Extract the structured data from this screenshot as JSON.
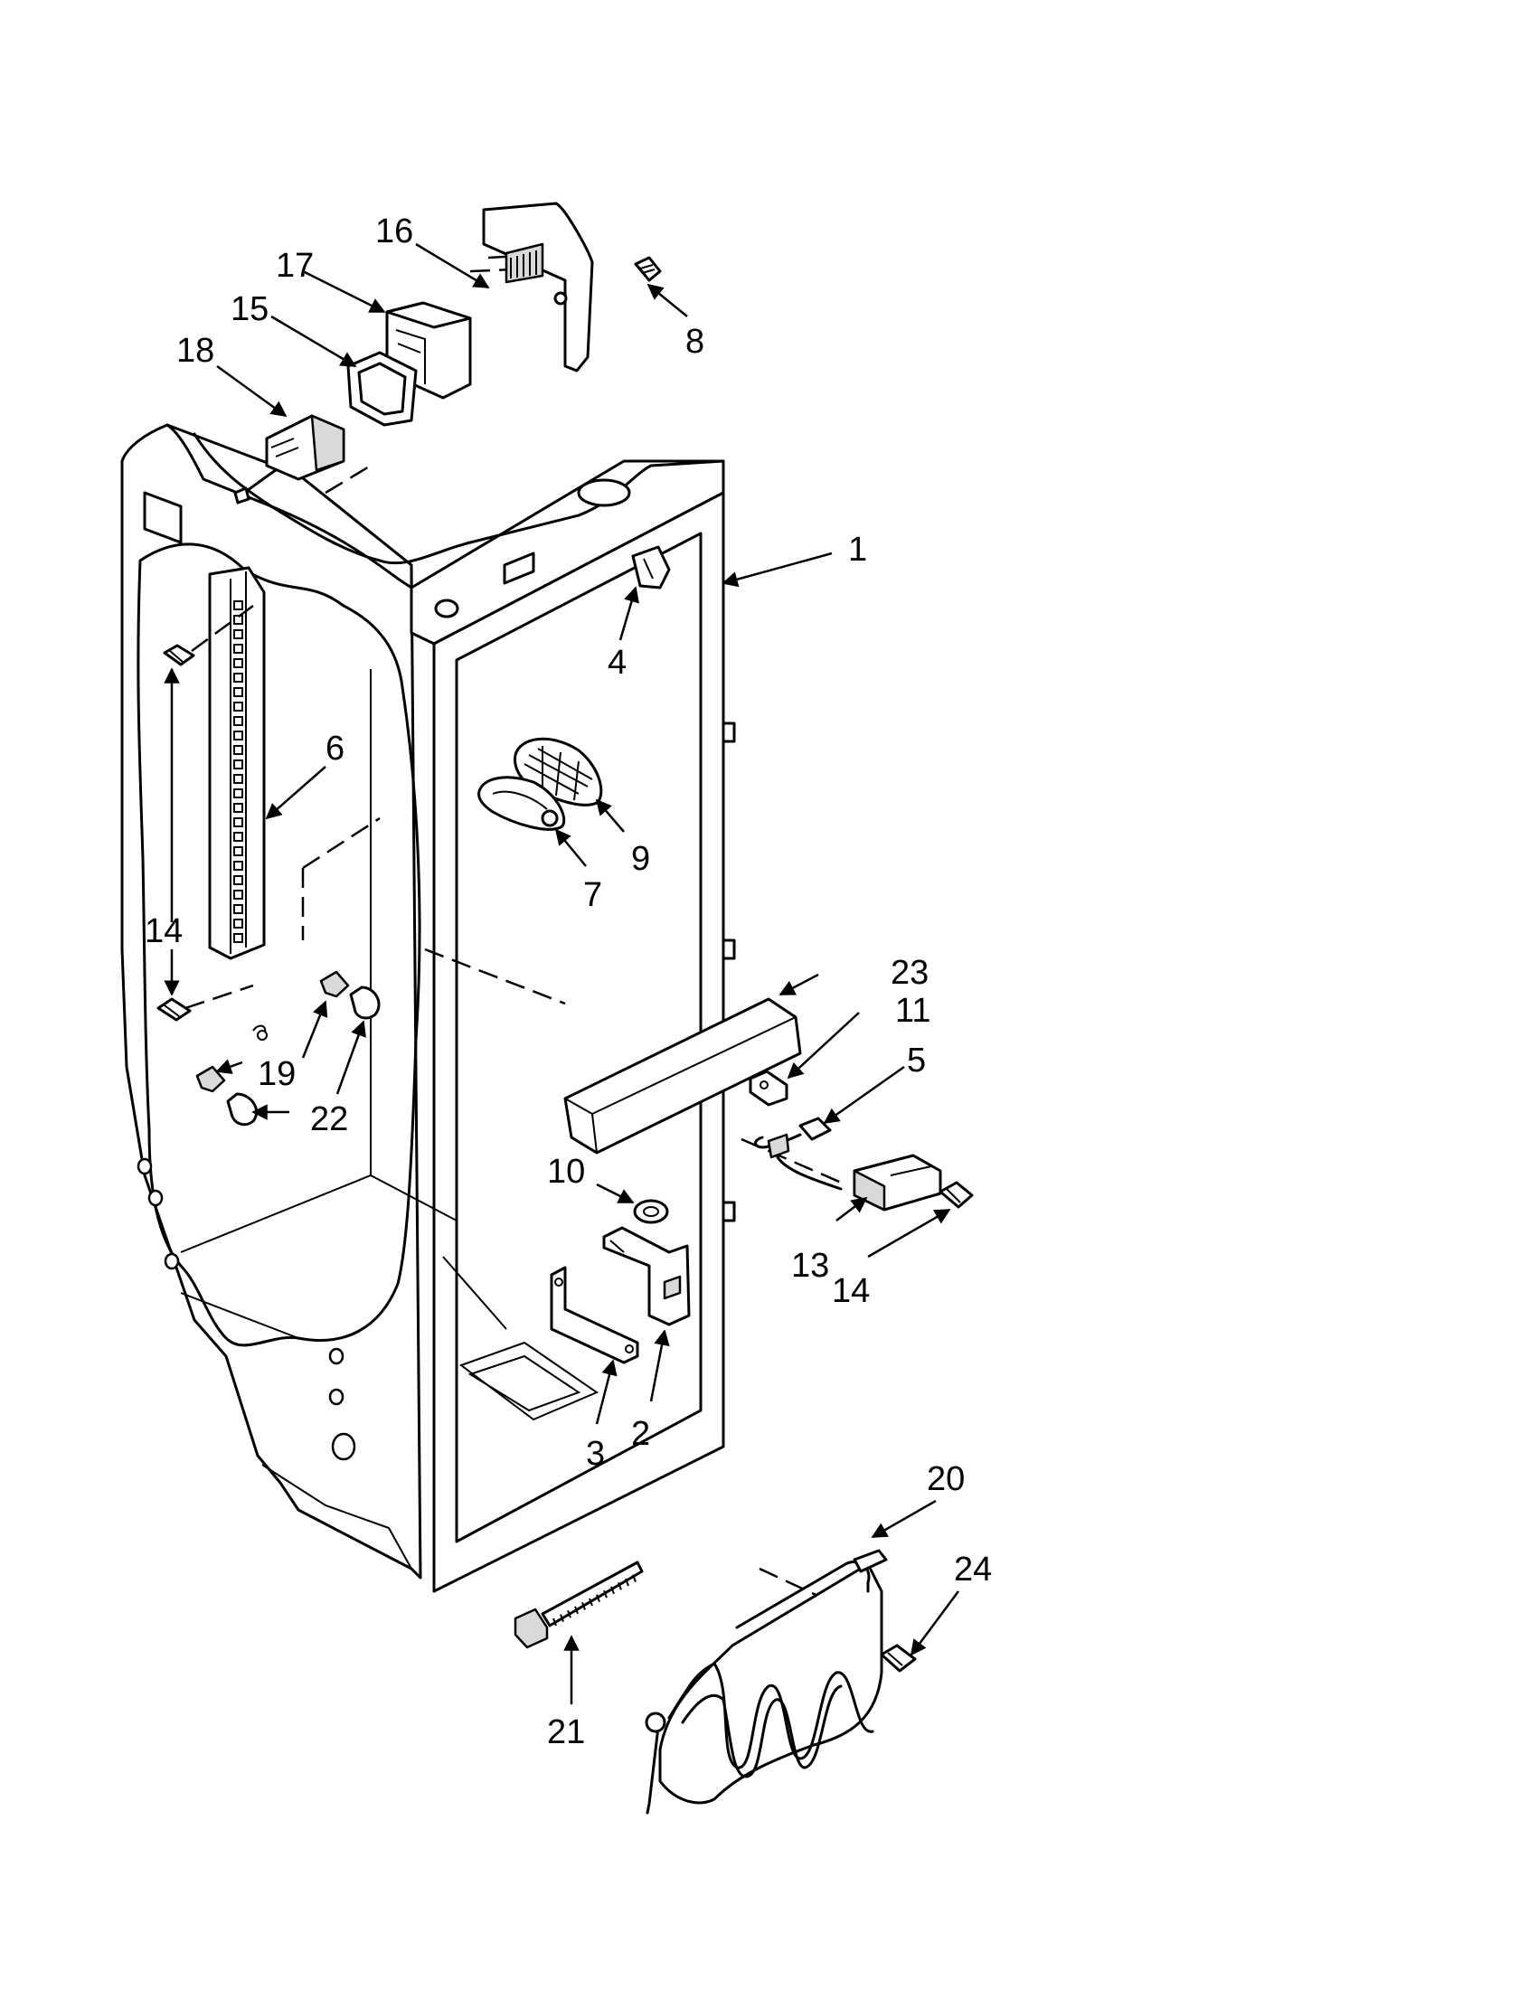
{
  "diagram": {
    "labels": {
      "l1": "1",
      "l2": "2",
      "l3": "3",
      "l4": "4",
      "l5": "5",
      "l6": "6",
      "l7": "7",
      "l8": "8",
      "l9": "9",
      "l10": "10",
      "l11": "11",
      "l13": "13",
      "l14a": "14",
      "l14b": "14",
      "l15": "15",
      "l16": "16",
      "l17": "17",
      "l18": "18",
      "l19": "19",
      "l20": "20",
      "l21": "21",
      "l22": "22",
      "l23": "23",
      "l24": "24"
    }
  }
}
